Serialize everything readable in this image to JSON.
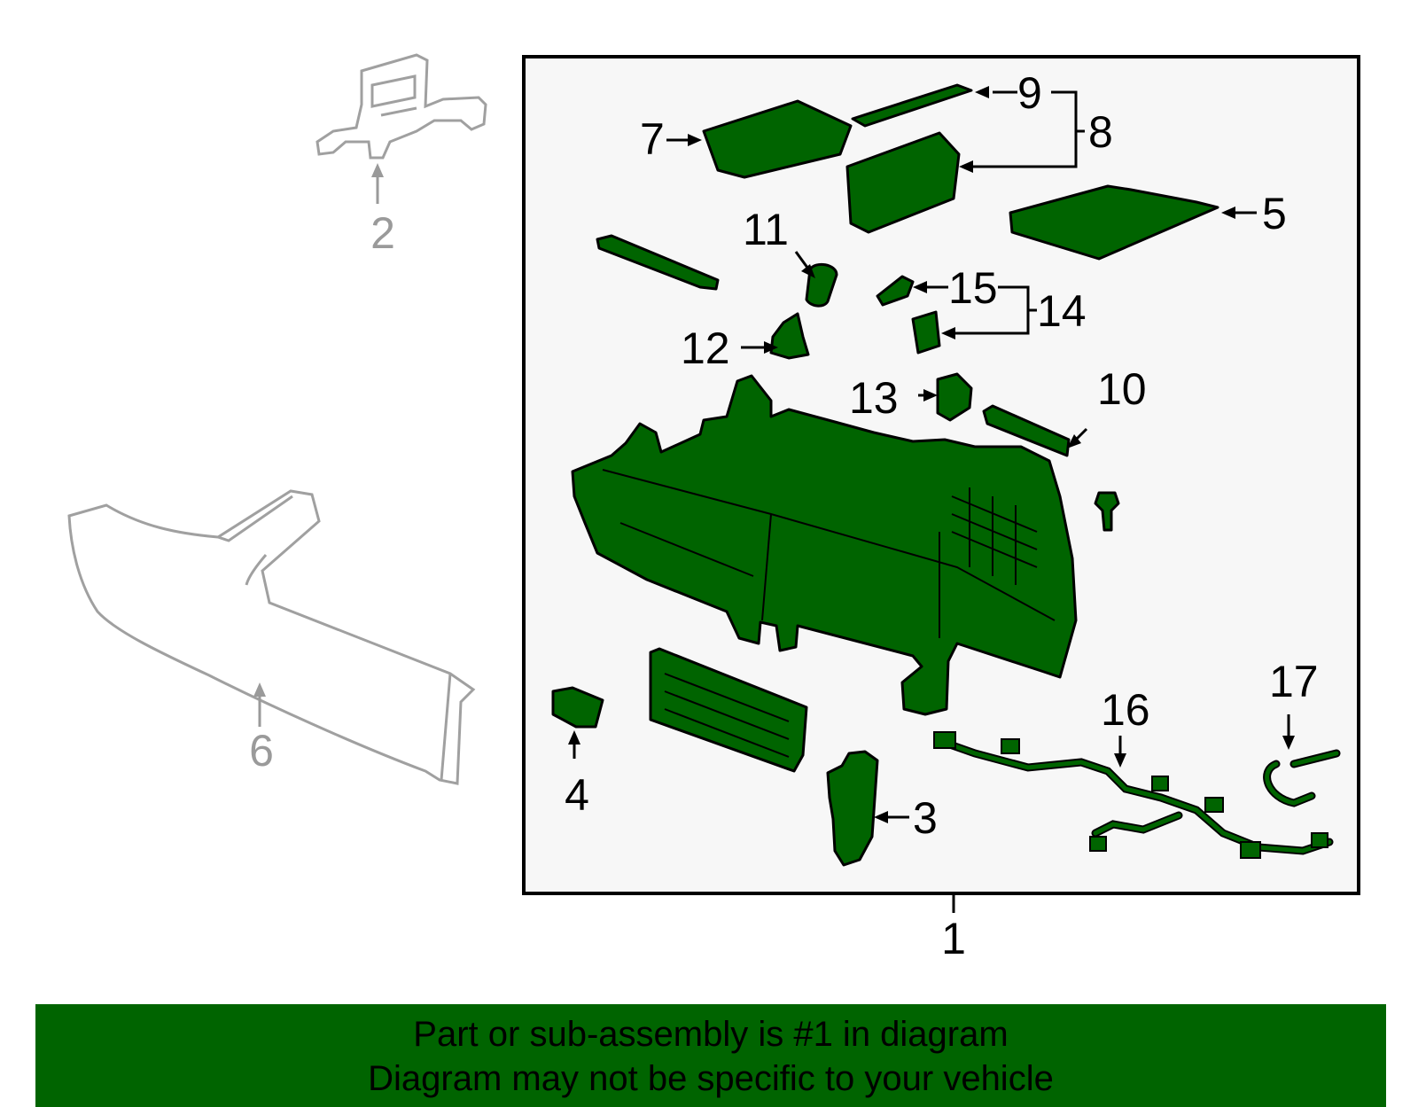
{
  "colors": {
    "part_fill": "#006400",
    "outline": "#000000",
    "box_fill": "#f7f7f7",
    "ghost_line": "#a0a0a0",
    "banner_bg": "#006400"
  },
  "callouts": {
    "c1": "1",
    "c2": "2",
    "c3": "3",
    "c4": "4",
    "c5": "5",
    "c6": "6",
    "c7": "7",
    "c8": "8",
    "c9": "9",
    "c10": "10",
    "c11": "11",
    "c12": "12",
    "c13": "13",
    "c14": "14",
    "c15": "15",
    "c16": "16",
    "c17": "17"
  },
  "banner": {
    "line1": "Part or sub-assembly is #1 in diagram",
    "line2": "Diagram may not be specific to your vehicle"
  }
}
